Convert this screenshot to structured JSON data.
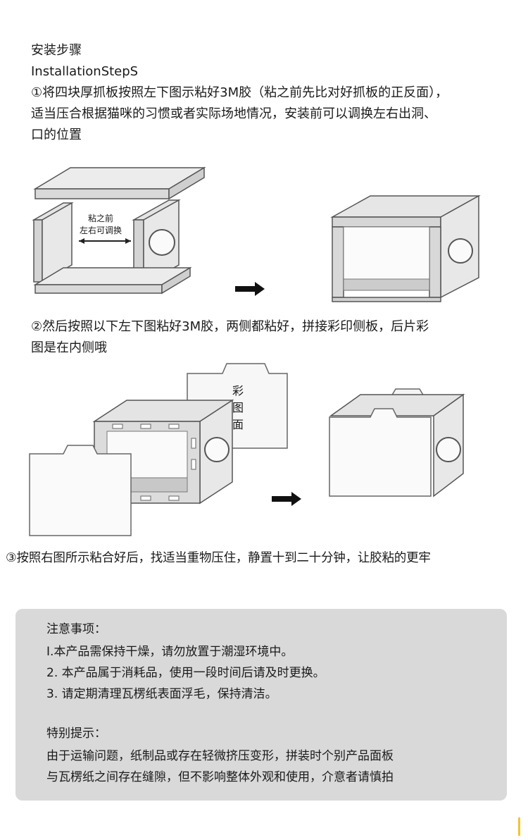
{
  "header": {
    "title_cn": "安装步骤",
    "title_en": "InstallationStepS"
  },
  "step1": {
    "line1": "①将四块厚抓板按照左下图示粘好3M胶（粘之前先比对好抓板的正反面），",
    "line2": "适当压合根据猫咪的习惯或者实际场地情况，安装前可以调换左右出洞、",
    "line3": "口的位置",
    "diagram_label_1": "粘之前",
    "diagram_label_2": "左右可调换"
  },
  "step2": {
    "line1": "②然后按照以下左下图粘好3M胶，两侧都粘好，拼接彩印侧板，后片彩",
    "line2": "图是在内侧哦",
    "panel_label": [
      "彩",
      "图",
      "面"
    ]
  },
  "step3": {
    "line1": "③按照右图所示粘合好后，找适当重物压住，静置十到二十分钟，让胶粘的更牢"
  },
  "notice": {
    "title": "注意事项：",
    "items": [
      "I.本产品需保持干燥，请勿放置于潮湿环境中。",
      "2.  本产品属于消耗品，使用一段时间后请及时更换。",
      "3.  请定期清理瓦楞纸表面浮毛，保持清洁。"
    ],
    "special_title": "特别提示：",
    "special_line1": "由于运输问题，纸制品或存在轻微挤压变形，拼装时个别产品面板",
    "special_line2": "与瓦楞纸之间存在缝隙，但不影响整体外观和使用，介意者请慎拍"
  },
  "colors": {
    "notice_bg": "#d9d9d9",
    "accent": "#f2c531",
    "board_fill": "#e6e6e6",
    "board_stroke": "#555555"
  }
}
